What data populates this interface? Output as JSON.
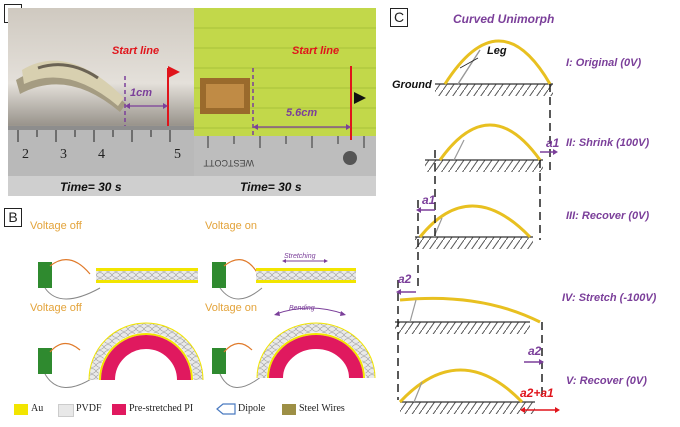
{
  "panels": {
    "a": "A",
    "b": "B",
    "c": "C"
  },
  "panel_a": {
    "left": {
      "start_line": "Start line",
      "distance": "1cm",
      "time": "Time= 30 s"
    },
    "right": {
      "start_line": "Start line",
      "distance": "5.6cm",
      "time": "Time= 30 s"
    }
  },
  "panel_b": {
    "voltage_off_1": "Voltage off",
    "voltage_on_1": "Voltage on",
    "voltage_off_2": "Voltage off",
    "voltage_on_2": "Voltage on",
    "stretching": "Stretching",
    "bending": "Bending",
    "legend": [
      {
        "label": "Au",
        "color": "#f2e500"
      },
      {
        "label": "PVDF",
        "color": "#e8e8e8"
      },
      {
        "label": "Pre-stretched PI",
        "color": "#e0195f"
      },
      {
        "label": "Dipole",
        "color": "#4a7ac0"
      },
      {
        "label": "Steel Wires",
        "color": "#9d8f45"
      }
    ]
  },
  "panel_c": {
    "title": "Curved Unimorph",
    "leg": "Leg",
    "ground": "Ground",
    "steps": [
      "I: Original (0V)",
      "II: Shrink (100V)",
      "III: Recover (0V)",
      "IV: Stretch (-100V)",
      "V: Recover (0V)"
    ],
    "a1": "a1",
    "a2": "a2",
    "a2_plus_a1": "a2+a1"
  },
  "colors": {
    "purple": "#7b3f9a",
    "red": "#e0141b",
    "gold": "#e8c020",
    "pink": "#e0195f"
  }
}
